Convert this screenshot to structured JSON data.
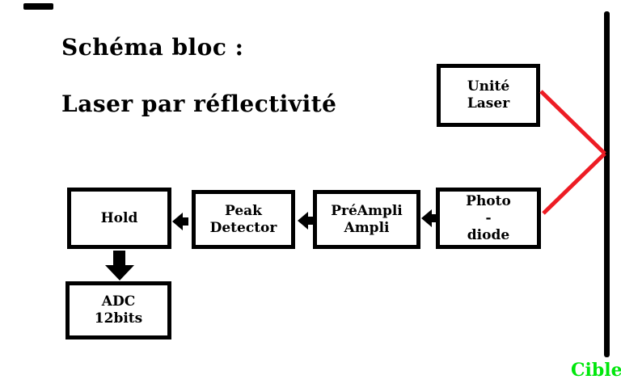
{
  "title": {
    "line1": "Schéma bloc :",
    "line2": "Laser par réflectivité"
  },
  "nodes": {
    "unite_laser": {
      "label": "Unité\nLaser"
    },
    "photo_diode": {
      "label": "Photo\n-\ndiode"
    },
    "preampli": {
      "label": "PréAmpli\nAmpli"
    },
    "peak_detector": {
      "label": "Peak\nDetector"
    },
    "hold": {
      "label": "Hold"
    },
    "adc": {
      "label": "ADC\n12bits"
    }
  },
  "labels": {
    "cible": "Cible"
  },
  "colors": {
    "beam_red": "#ed1c24",
    "cible_green": "#00e70c",
    "diagram_black": "#000000"
  }
}
